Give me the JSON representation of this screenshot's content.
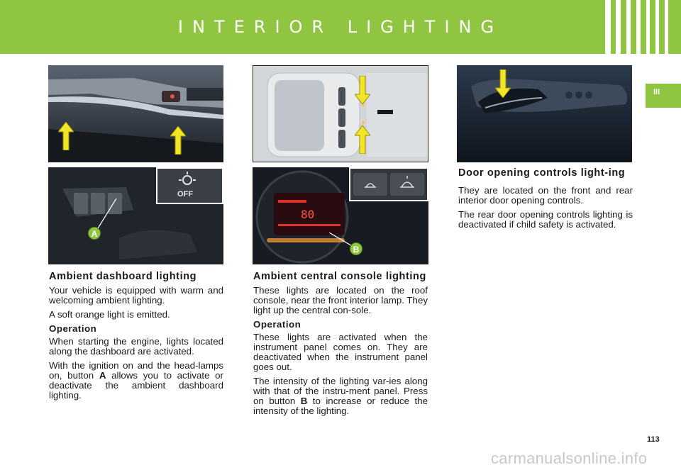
{
  "header": {
    "title": "INTERIOR LIGHTING"
  },
  "chapter_tab": "III",
  "photos": {
    "dash_switch_label": "OFF",
    "callout_a": "A",
    "callout_b": "B",
    "cluster_display": "80"
  },
  "left": {
    "heading": "Ambient dashboard lighting",
    "p1": "Your vehicle is equipped with warm and welcoming ambient lighting.",
    "p2": "A soft orange light is emitted.",
    "subheading": "Operation",
    "p3": "When starting the engine, lights located along the dashboard are activated.",
    "p4_pre": "With the ignition on and the head-lamps on, button ",
    "p4_key": "A",
    "p4_post": " allows you to activate or deactivate the ambient dashboard lighting."
  },
  "center": {
    "heading": "Ambient central console lighting",
    "p1": "These lights are located on the roof console, near the front interior lamp. They light up the central con-sole.",
    "subheading": "Operation",
    "p2": "These lights are activated when the instrument panel comes on. They are deactivated when the instrument panel goes out.",
    "p3_pre": "The intensity of the lighting var-ies along with that of the instru-ment panel. Press on button ",
    "p3_key": "B",
    "p3_post": " to increase or reduce the intensity of the lighting."
  },
  "right": {
    "heading": "Door opening controls light-ing",
    "p1": "They are located on the front and rear interior door opening controls.",
    "p2": "The rear door opening controls lighting is deactivated if child safety is activated."
  },
  "page_number": "113",
  "watermark": "carmanualsonline.info"
}
